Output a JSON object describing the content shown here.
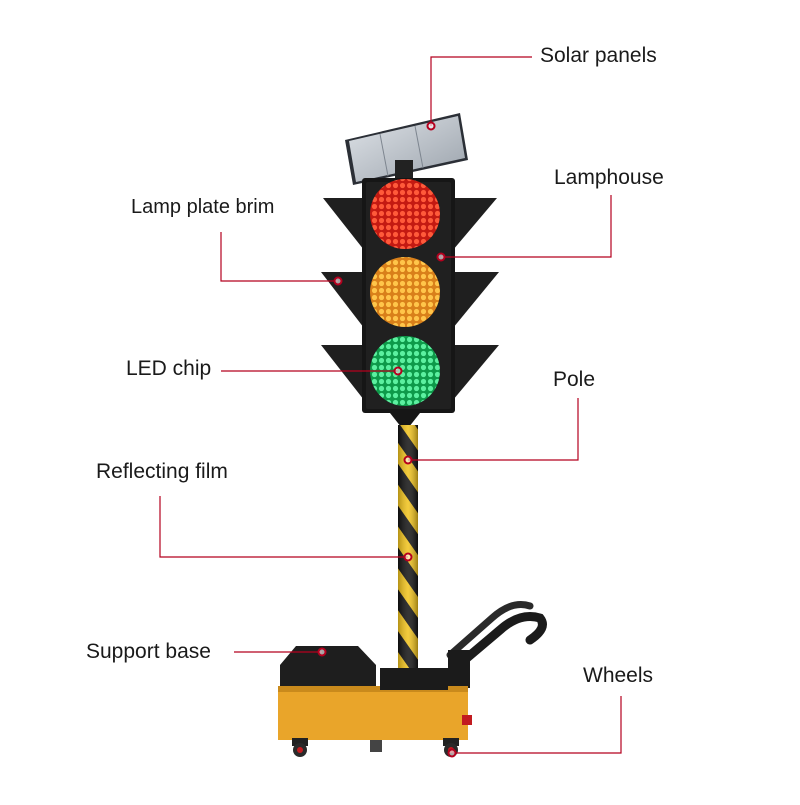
{
  "labels": {
    "solar_panels": "Solar panels",
    "lamphouse": "Lamphouse",
    "lamp_plate_brim": "Lamp plate brim",
    "led_chip": "LED chip",
    "pole": "Pole",
    "reflecting_film": "Reflecting film",
    "support_base": "Support base",
    "wheels": "Wheels"
  },
  "colors": {
    "leader_line": "#b5001e",
    "red_lamp": "#e0241c",
    "amber_lamp": "#f2a020",
    "green_lamp": "#1fcf6a",
    "base_yellow": "#e9a52a",
    "housing": "#1c1c1c"
  }
}
